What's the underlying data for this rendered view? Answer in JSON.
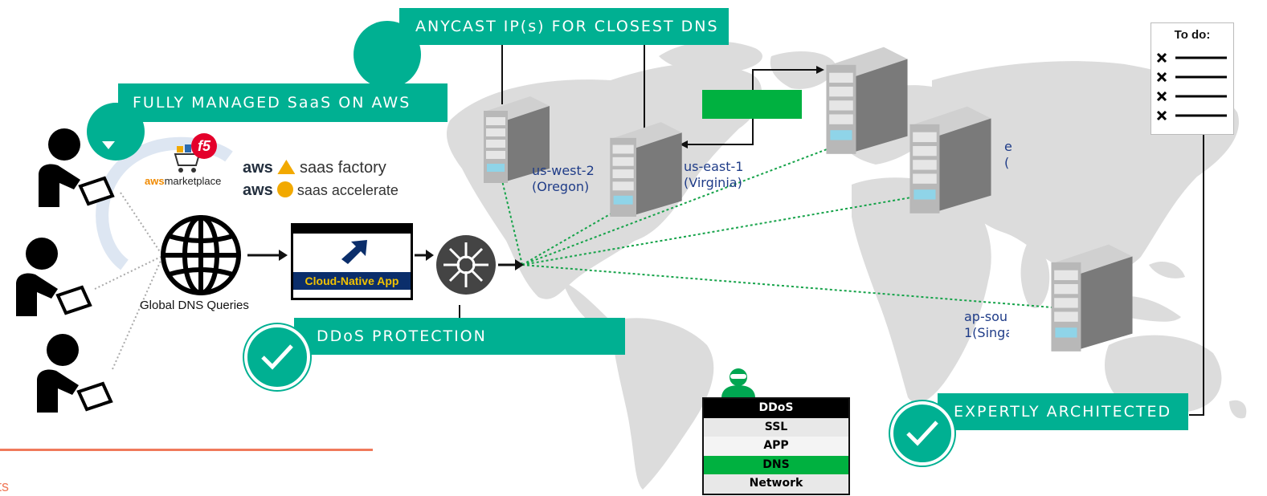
{
  "banners": {
    "anycast": "ANYCAST IP(s) FOR CLOSEST DNS",
    "managed": "FULLY MANAGED SaaS ON AWS",
    "ddos": "DDoS PROTECTION",
    "expert": "EXPERTLY ARCHITECTED"
  },
  "logos": {
    "aws_marketplace_aws": "aws",
    "aws_marketplace_rest": "marketplace",
    "f5": "f5",
    "aws_word": "aws",
    "saas_factory": "saas factory",
    "saas_accelerate": "saas accelerate"
  },
  "global_dns_label": "Global DNS Queries",
  "app_label": "Cloud-Native App",
  "regions": {
    "us_west_line1": "us-west-2",
    "us_west_line2": "(Oregon)",
    "us_east_line1": "us-east-1",
    "us_east_line2": "(Virginia)",
    "eu_line1": "e",
    "eu_line2": "(",
    "ap_line1": "ap-sou",
    "ap_line2": "1(Singa"
  },
  "todo": {
    "title": "To do:"
  },
  "security_stack": [
    "DDoS",
    "SSL",
    "APP",
    "DNS",
    "Network"
  ],
  "footer_text": "efits",
  "colors": {
    "teal": "#00b092",
    "green": "#00b140",
    "navy": "#1f3c88",
    "orange": "#f07a5b",
    "map_gray": "#d9d9d9"
  }
}
